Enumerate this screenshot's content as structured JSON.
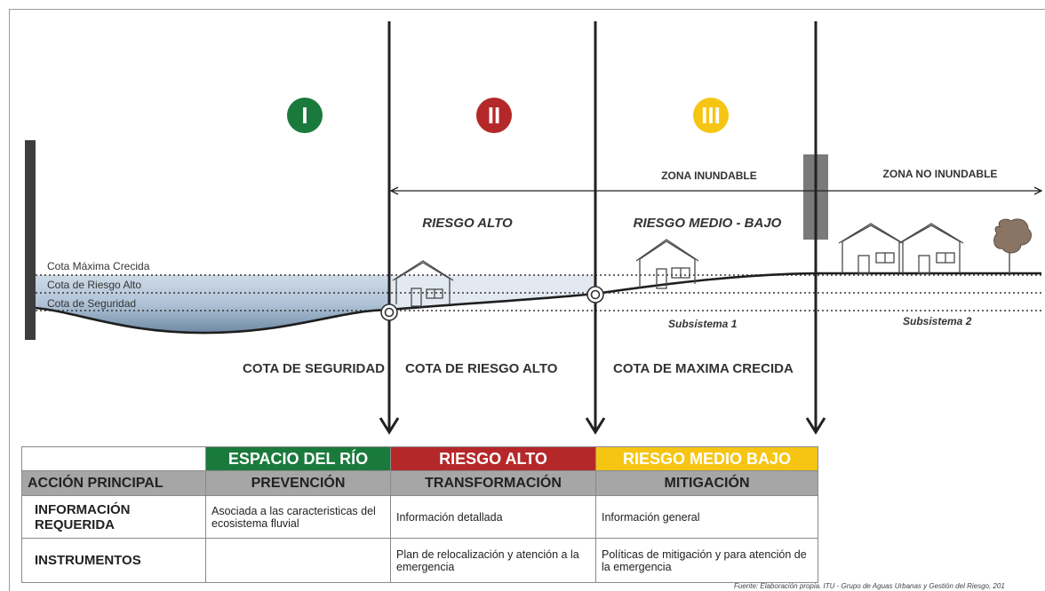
{
  "zones": [
    {
      "numeral": "I",
      "color": "#1a7a3c"
    },
    {
      "numeral": "II",
      "color": "#b5282a"
    },
    {
      "numeral": "III",
      "color": "#f6c514"
    }
  ],
  "zone_labels": {
    "inundable": "ZONA INUNDABLE",
    "no_inundable": "ZONA NO INUNDABLE"
  },
  "risk_labels": {
    "alto": "RIESGO ALTO",
    "medio_bajo": "RIESGO MEDIO - BAJO"
  },
  "level_lines": {
    "maxima": "Cota Máxima Crecida",
    "riesgo_alto": "Cota de Riesgo Alto",
    "seguridad": "Cota de Seguridad"
  },
  "subsystems": {
    "s1": "Subsistema 1",
    "s2": "Subsistema 2"
  },
  "thresholds": {
    "seguridad": "COTA DE SEGURIDAD",
    "riesgo_alto": "COTA DE RIESGO ALTO",
    "maxima": "COTA DE MAXIMA CRECIDA"
  },
  "table": {
    "headers": [
      "",
      "ESPACIO DEL RÍO",
      "RIESGO ALTO",
      "RIESGO MEDIO BAJO"
    ],
    "header_colors": [
      "#ffffff",
      "#1a7a3c",
      "#b5282a",
      "#f6c514"
    ],
    "subheaders": [
      "ACCIÓN PRINCIPAL",
      "PREVENCIÓN",
      "TRANSFORMACIÓN",
      "MITIGACIÓN"
    ],
    "rows": [
      {
        "label": "INFORMACIÓN REQUERIDA",
        "cells": [
          "Asociada a las caracteristicas del ecosistema fluvial",
          "Información detallada",
          "Información general"
        ]
      },
      {
        "label": "INSTRUMENTOS",
        "cells": [
          "",
          "Plan de relocalización y atención a la emergencia",
          "Políticas de mitigación y para atención de la emergencia"
        ]
      }
    ]
  },
  "footnote": "Fuente: Elaboración propia. ITU - Grupo de Aguas Urbanas y Gestión del Riesgo, 201"
}
